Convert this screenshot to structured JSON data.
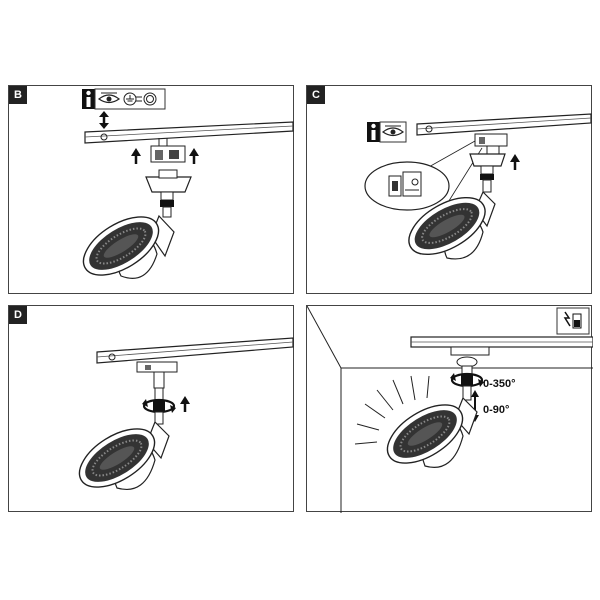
{
  "steps": {
    "b": {
      "label": "B"
    },
    "c": {
      "label": "C"
    },
    "d": {
      "label": "D"
    }
  },
  "adjustment": {
    "rotation_range": "0-350°",
    "tilt_range": "0-90°"
  },
  "icons": {
    "info": "info-icon",
    "eye": "eye-icon",
    "ground": "ground-symbol-icon",
    "power": "electrical-power-icon"
  }
}
